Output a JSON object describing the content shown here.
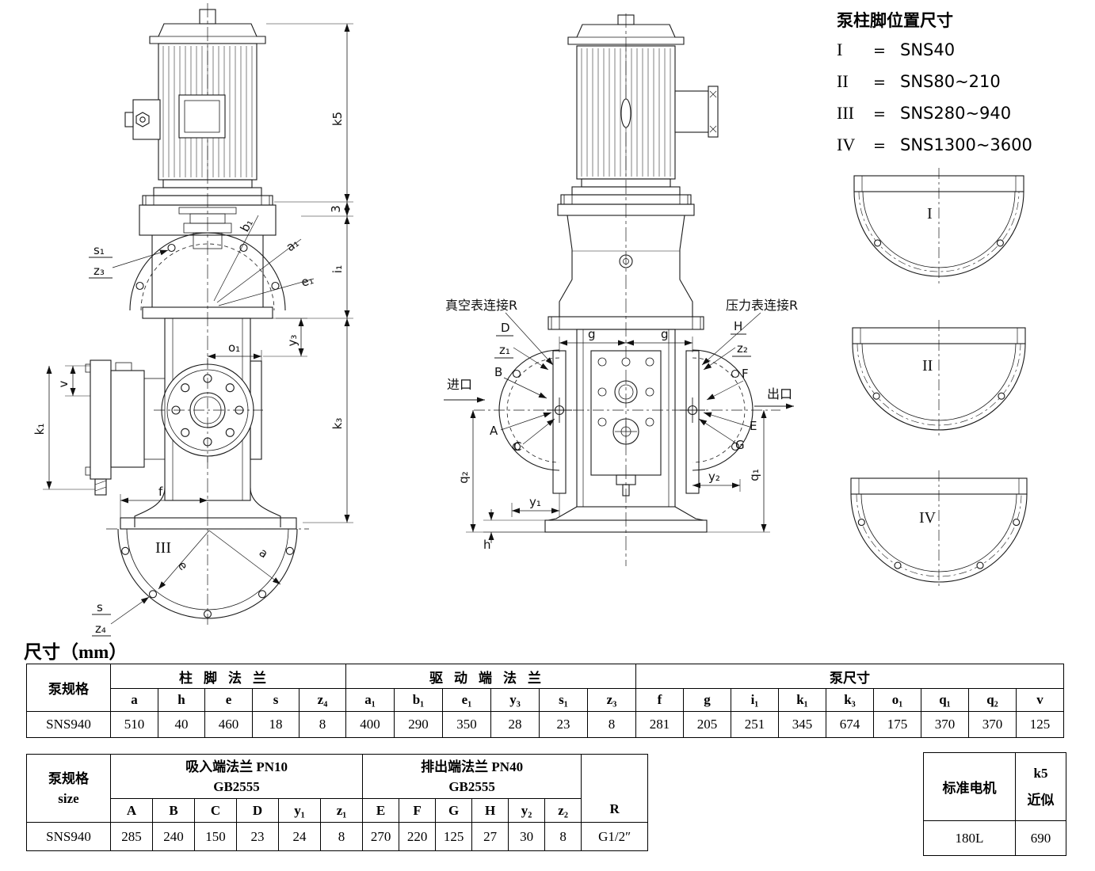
{
  "legend": {
    "title": "泵柱脚位置尺寸",
    "items": [
      {
        "numeral": "I",
        "eq": "=",
        "value": "SNS40"
      },
      {
        "numeral": "II",
        "eq": "=",
        "value": "SNS80~210"
      },
      {
        "numeral": "III",
        "eq": "=",
        "value": "SNS280~940"
      },
      {
        "numeral": "IV",
        "eq": "=",
        "value": "SNS1300~3600"
      }
    ]
  },
  "drawings": {
    "left": {
      "k5": "k5",
      "gap3": "3",
      "i1": "i₁",
      "s1": "s₁",
      "z3": "z₃",
      "b1": "b₁",
      "a1": "a₁",
      "e1": "e₁",
      "o1": "o₁",
      "y3": "y₃",
      "v": "v",
      "k1": "k₁",
      "k3": "k₃",
      "f": "f",
      "foot_view": "III",
      "e": "e",
      "a": "a",
      "s": "s",
      "z4": "z₄"
    },
    "right": {
      "vacuum": "真空表连接R",
      "pressure": "压力表连接R",
      "inlet": "进口",
      "outlet": "出口",
      "D": "D",
      "z1": "z₁",
      "B": "B",
      "A": "A",
      "C": "C",
      "g_left": "g",
      "g_right": "g",
      "H": "H",
      "z2": "z₂",
      "F": "F",
      "E": "E",
      "G": "G",
      "q2": "q₂",
      "y1": "y₁",
      "y2": "y₂",
      "q1": "q₁",
      "h": "h"
    },
    "foot_views": {
      "v1": "I",
      "v2": "II",
      "v3": "IV"
    }
  },
  "section_title": "尺寸（mm）",
  "table1": {
    "spec_header": "泵规格",
    "group1": "柱脚法兰",
    "group2": "驱动端法兰",
    "group3": "泵尺寸",
    "cols": [
      "a",
      "h",
      "e",
      "s",
      "z₄",
      "a₁",
      "b₁",
      "e₁",
      "y₃",
      "s₁",
      "z₃",
      "f",
      "g",
      "i₁",
      "k₁",
      "k₃",
      "o₁",
      "q₁",
      "q₂",
      "v"
    ],
    "spec": "SNS940",
    "values": [
      "510",
      "40",
      "460",
      "18",
      "8",
      "400",
      "290",
      "350",
      "28",
      "23",
      "8",
      "281",
      "205",
      "251",
      "345",
      "674",
      "175",
      "370",
      "370",
      "125"
    ]
  },
  "table2": {
    "spec_header_1": "泵规格",
    "spec_header_2": "size",
    "group1_1": "吸入端法兰 PN10",
    "group1_2": "GB2555",
    "group2_1": "排出端法兰  PN40",
    "group2_2": "GB2555",
    "r_header": "R",
    "cols": [
      "A",
      "B",
      "C",
      "D",
      "y₁",
      "z₁",
      "E",
      "F",
      "G",
      "H",
      "y₂",
      "z₂"
    ],
    "spec": "SNS940",
    "values": [
      "285",
      "240",
      "150",
      "23",
      "24",
      "8",
      "270",
      "220",
      "125",
      "27",
      "30",
      "8",
      "G1/2″"
    ]
  },
  "motor_table": {
    "col1": "标准电机",
    "col2_1": "k5",
    "col2_2": "近似",
    "motor": "180L",
    "k5": "690"
  }
}
